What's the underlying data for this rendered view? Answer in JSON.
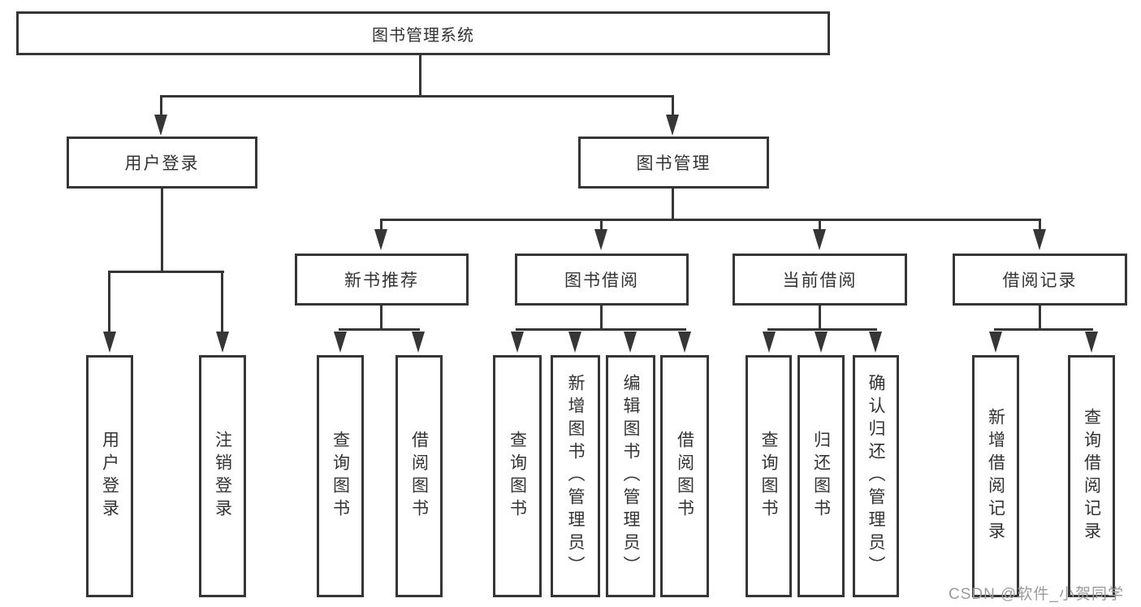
{
  "tree": {
    "root": {
      "label": "图书管理系统"
    },
    "level2": [
      {
        "label": "用户登录",
        "children": [
          "用户登录",
          "注销登录"
        ]
      },
      {
        "label": "图书管理"
      }
    ],
    "level3": [
      {
        "label": "新书推荐",
        "children": [
          "查询图书",
          "借阅图书"
        ]
      },
      {
        "label": "图书借阅",
        "children": [
          "查询图书",
          "新增图书（管理员）",
          "编辑图书（管理员）",
          "借阅图书"
        ]
      },
      {
        "label": "当前借阅",
        "children": [
          "查询图书",
          "归还图书",
          "确认归还（管理员）"
        ]
      },
      {
        "label": "借阅记录",
        "children": [
          "新增借阅记录",
          "查询借阅记录"
        ]
      }
    ]
  },
  "watermark": {
    "text": "CSDN @软件_小贺同学"
  },
  "colors": {
    "line": "#363636",
    "text": "#333333",
    "watermark": "#9b9b9b",
    "background": "#ffffff"
  }
}
